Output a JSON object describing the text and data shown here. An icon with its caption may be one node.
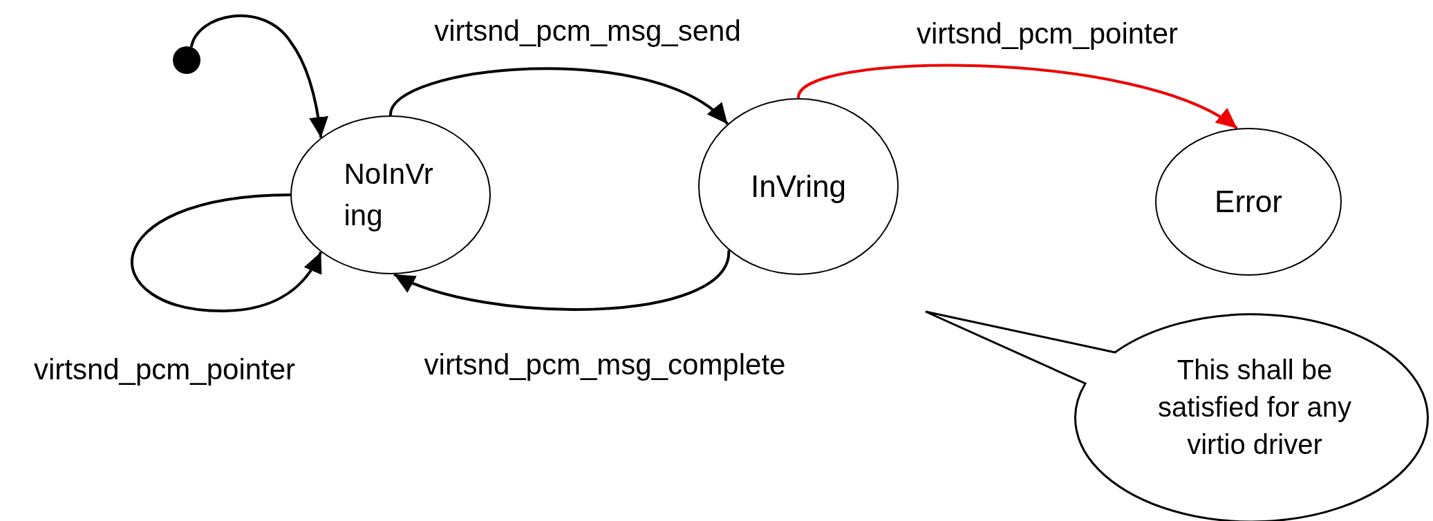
{
  "diagram": {
    "nodes": [
      {
        "text": [],
        "shape": "circle"
      },
      {
        "text": [
          "NoInVring"
        ]
      },
      {
        "text": [
          "InVring"
        ]
      },
      {
        "text": [
          "Error"
        ]
      },
      {
        "text": [
          "This shall be satisfied for any virtio driver"
        ]
      }
    ],
    "edges": [
      {
        "from": 0,
        "to": 1,
        "arrow": "to"
      },
      {
        "from": 1,
        "to": 2,
        "arrow": "to",
        "label": "virtsnd_pcm_msg_send"
      },
      {
        "from": 2,
        "to": 1,
        "arrow": "to",
        "label": "virtsnd_pcm_msg_complete"
      },
      {
        "from": 2,
        "to": 3,
        "arrow": "to",
        "label": "virtsnd_pcm_pointer",
        "color": "#ee0000"
      },
      {
        "from": 1,
        "to": 1,
        "arrow": "to",
        "label": "virtsnd_pcm_pointer"
      }
    ]
  }
}
